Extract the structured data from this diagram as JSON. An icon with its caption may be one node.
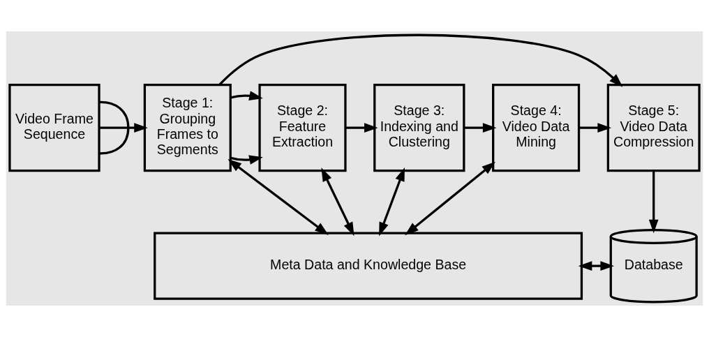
{
  "diagram": {
    "nodes": [
      {
        "text": [
          "Video Frame Sequence"
        ]
      },
      {
        "text": [
          "Stage 1: Grouping Frames to Segments"
        ]
      },
      {
        "text": [
          "Stage 2: Feature Extraction"
        ]
      },
      {
        "text": [
          "Stage 3: Indexing and Clustering"
        ]
      },
      {
        "text": [
          "Stage 4: Video Data Mining"
        ]
      },
      {
        "text": [
          "Stage 5: Video Data Compression"
        ]
      },
      {
        "text": [
          "Meta Data and Knowledge Base"
        ]
      },
      {
        "text": [
          "Database"
        ]
      }
    ],
    "edges": [
      {
        "from": 0,
        "to": 0,
        "arrow": "none"
      },
      {
        "from": 0,
        "to": 1,
        "arrow": "to"
      },
      {
        "from": 1,
        "to": 2,
        "arrow": "to"
      },
      {
        "from": 1,
        "to": 5,
        "arrow": "to"
      },
      {
        "from": 1,
        "to": 2,
        "arrow": "to"
      },
      {
        "from": 2,
        "to": 3,
        "arrow": "to"
      },
      {
        "from": 3,
        "to": 4,
        "arrow": "to"
      },
      {
        "from": 4,
        "to": 5,
        "arrow": "to"
      },
      {
        "from": 1,
        "to": 6,
        "arrow": "both"
      },
      {
        "from": 2,
        "to": 6,
        "arrow": "both"
      },
      {
        "from": 3,
        "to": 6,
        "arrow": "both"
      },
      {
        "from": 4,
        "to": 6,
        "arrow": "both"
      },
      {
        "from": 5,
        "to": 7,
        "arrow": "to"
      },
      {
        "from": 6,
        "to": 7,
        "arrow": "both"
      }
    ]
  }
}
